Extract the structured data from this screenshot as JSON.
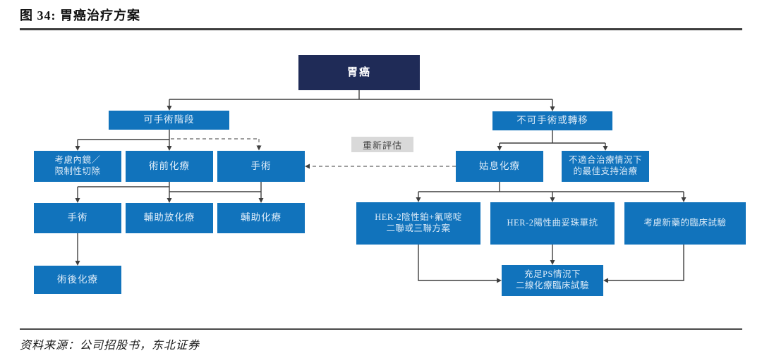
{
  "figure": {
    "title": "图 34: 胃癌治疗方案",
    "source": "资料来源：公司招股书，东北证券"
  },
  "colors": {
    "root_box": "#1F2B57",
    "node_box": "#1173BC",
    "node_text": "#DCEBF8",
    "reassess_bg": "#D9D9D9",
    "reassess_text": "#3F3F3F",
    "solid_connector": "#3F3F3F",
    "dashed_connector": "#7F7F7F"
  },
  "flowchart": {
    "reassess_label": "重新評估",
    "nodes": {
      "root": {
        "label": "胃癌"
      },
      "operable": {
        "label": "可手術階段"
      },
      "inoperable": {
        "label": "不可手術或轉移"
      },
      "endoscopy": {
        "line1": "考慮內鏡／",
        "line2": "限制性切除"
      },
      "preop_chemo": {
        "label": "術前化療"
      },
      "surgery_upper": {
        "label": "手術"
      },
      "palliative_chemo": {
        "label": "姑息化療"
      },
      "best_support": {
        "line1": "不適合治療情況下",
        "line2": "的最佳支持治療"
      },
      "surgery_lower": {
        "label": "手術"
      },
      "adjuvant_chemoradio": {
        "label": "輔助放化療"
      },
      "adjuvant_chemo": {
        "label": "輔助化療"
      },
      "postop_chemo": {
        "label": "術後化療"
      },
      "her2_negative": {
        "line1": "HER-2陰性鉑+氟嘧啶",
        "line2": "二聯或三聯方案"
      },
      "her2_positive": {
        "label": "HER-2陽性曲妥珠單抗"
      },
      "new_drug_trial": {
        "label": "考慮新藥的臨床試驗"
      },
      "second_line": {
        "line1": "充足PS情況下",
        "line2": "二線化療臨床試驗"
      }
    }
  }
}
